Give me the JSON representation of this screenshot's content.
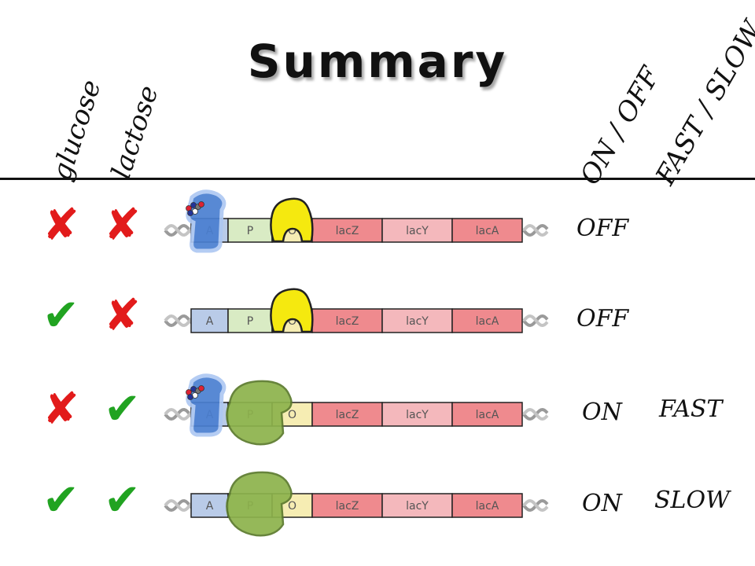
{
  "title": "Summary",
  "headers": {
    "glucose": "glucose",
    "lactose": "lactose",
    "on_off": "ON / OFF",
    "fast_slow": "FAST / SLOW"
  },
  "operon_segments": [
    "A",
    "P",
    "O",
    "lacZ",
    "lacY",
    "lacA"
  ],
  "symbols": {
    "yes": "✔",
    "no": "✘"
  },
  "colors": {
    "A": "#b9cbe8",
    "P": "#d9ebc4",
    "O": "#f6edb3",
    "lacZ": "#ef8a8e",
    "lacY": "#f4b8bc",
    "lacA": "#ef8a8e",
    "cap_protein": "#4a7fd1",
    "repressor": "#f5e90f",
    "rna_polymerase": "#8db34c",
    "check": "#21a321",
    "cross": "#e21b1b"
  },
  "rows": [
    {
      "glucose": false,
      "lactose": false,
      "state": "OFF",
      "rate": "",
      "cap_bound": true,
      "repressor_bound": true,
      "polymerase_bound": false
    },
    {
      "glucose": true,
      "lactose": false,
      "state": "OFF",
      "rate": "",
      "cap_bound": false,
      "repressor_bound": true,
      "polymerase_bound": false
    },
    {
      "glucose": false,
      "lactose": true,
      "state": "ON",
      "rate": "FAST",
      "cap_bound": true,
      "repressor_bound": false,
      "polymerase_bound": true
    },
    {
      "glucose": true,
      "lactose": true,
      "state": "ON",
      "rate": "SLOW",
      "cap_bound": false,
      "repressor_bound": false,
      "polymerase_bound": true
    }
  ]
}
